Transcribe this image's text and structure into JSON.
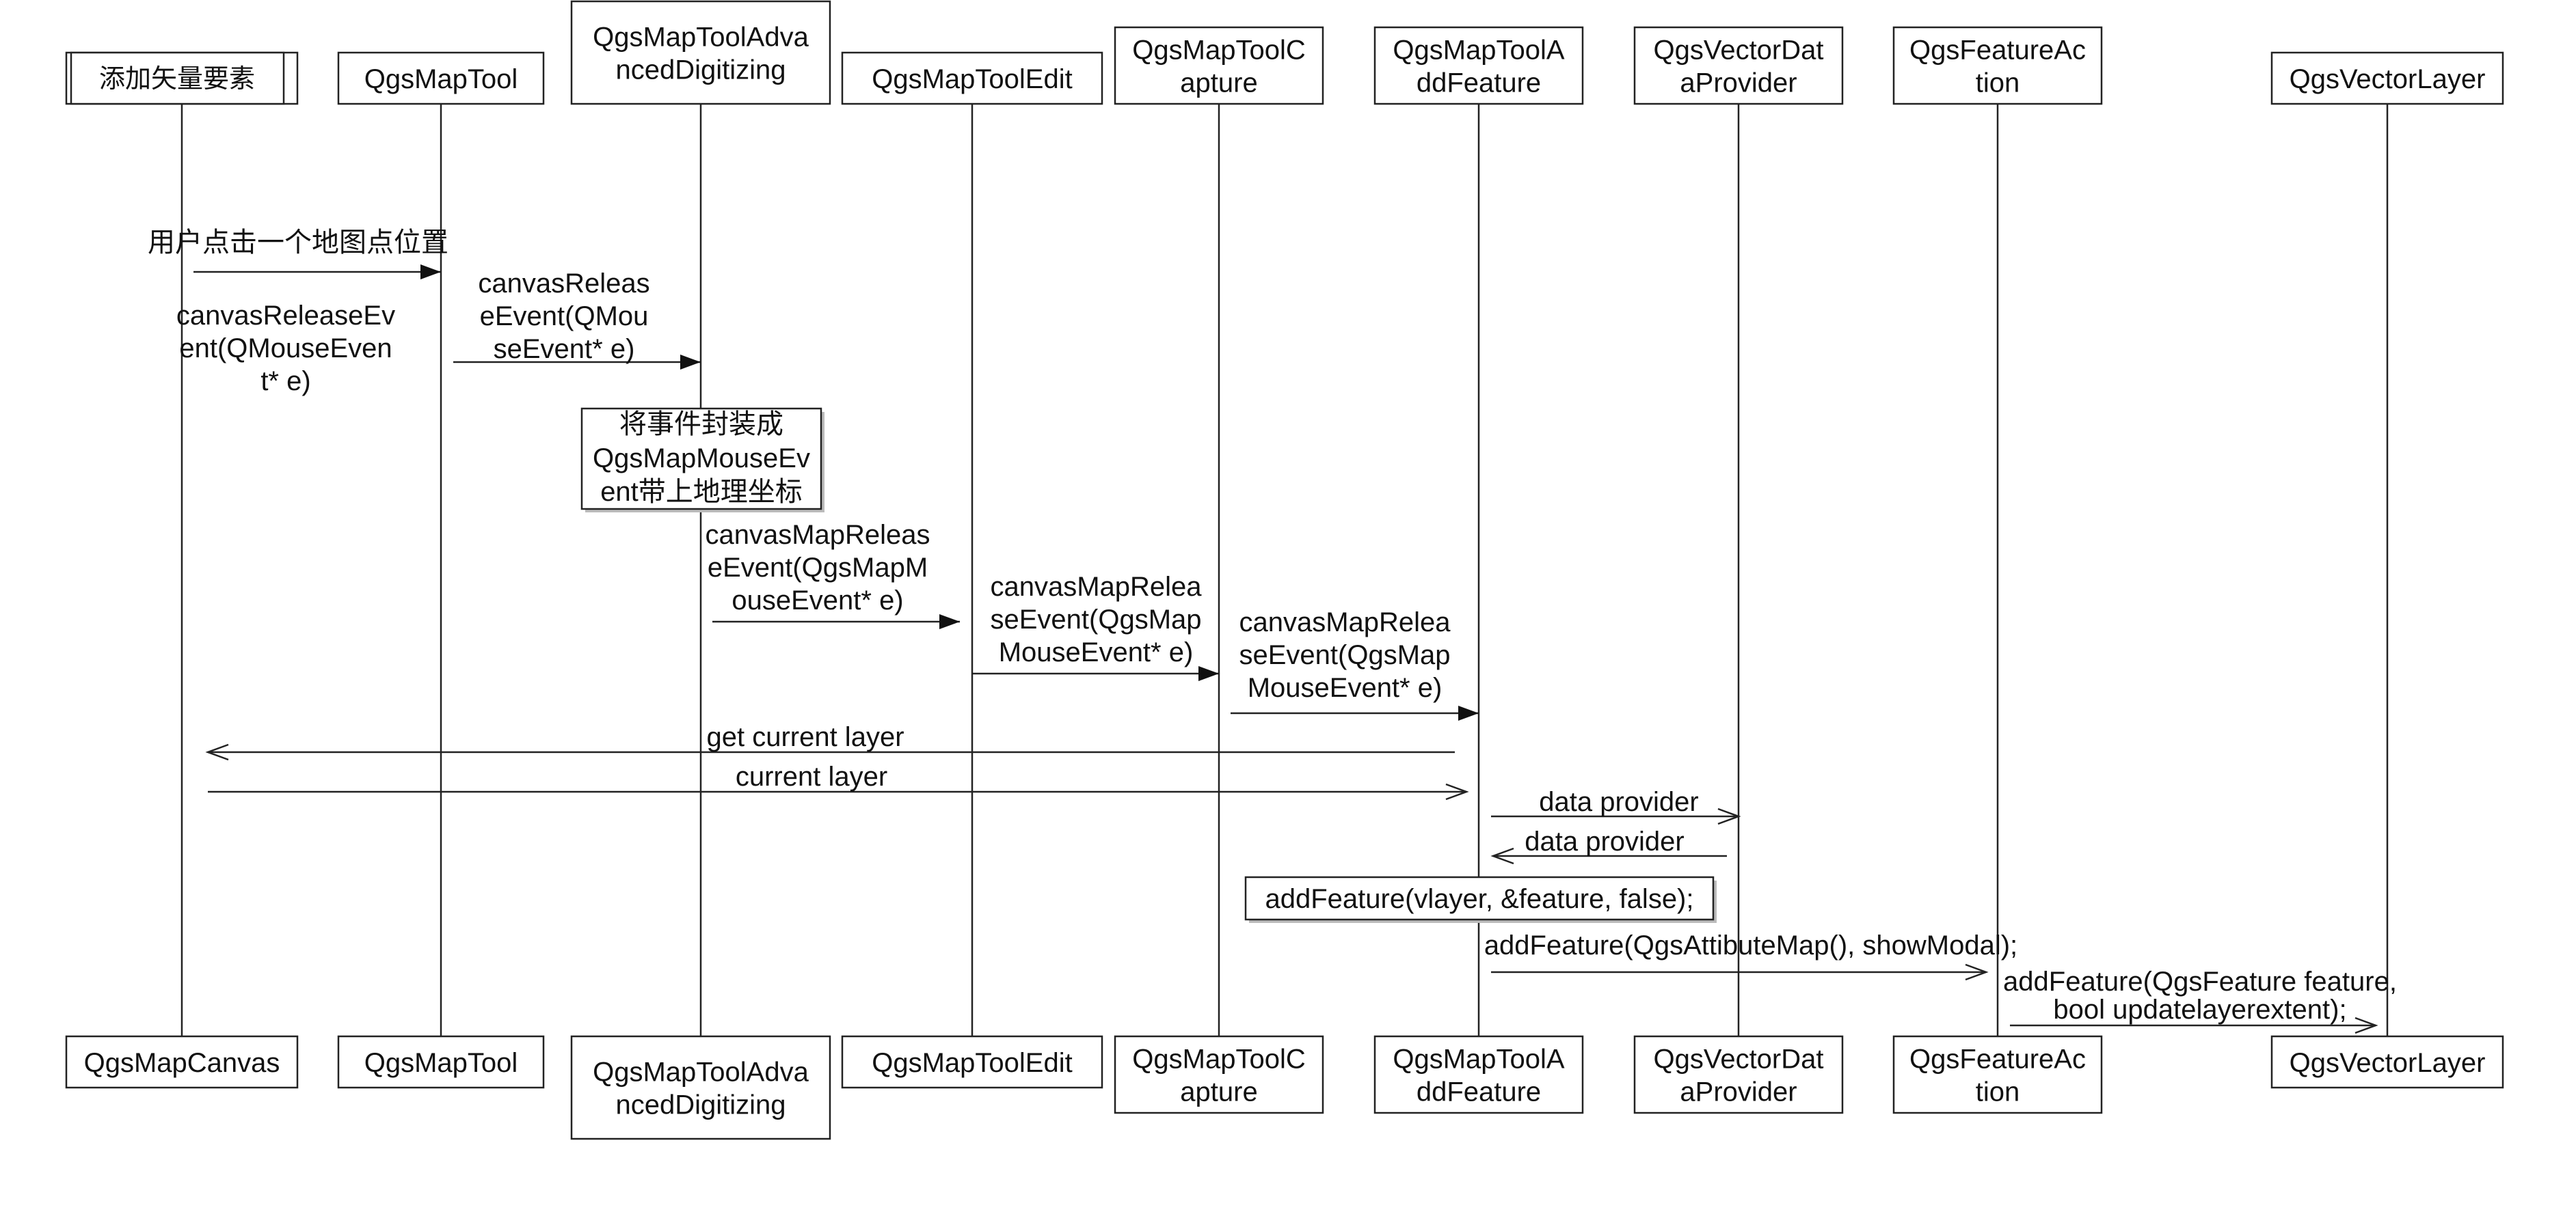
{
  "title": "添加矢量要素",
  "participants": [
    {
      "id": "canvas",
      "lines": [
        "QgsMapCanvas"
      ]
    },
    {
      "id": "tool",
      "lines": [
        "QgsMapTool"
      ]
    },
    {
      "id": "adv",
      "lines": [
        "QgsMapToolAdva",
        "ncedDigitizing"
      ]
    },
    {
      "id": "edit",
      "lines": [
        "QgsMapToolEdit"
      ]
    },
    {
      "id": "capture",
      "lines": [
        "QgsMapToolC",
        "apture"
      ]
    },
    {
      "id": "addfeat",
      "lines": [
        "QgsMapToolA",
        "ddFeature"
      ]
    },
    {
      "id": "provider",
      "lines": [
        "QgsVectorDat",
        "aProvider"
      ]
    },
    {
      "id": "action",
      "lines": [
        "QgsFeatureAc",
        "tion"
      ]
    },
    {
      "id": "layer",
      "lines": [
        "QgsVectorLayer"
      ]
    }
  ],
  "notes": [
    {
      "id": "wrap-event",
      "lines": [
        "将事件封装成",
        "QgsMapMouseEv",
        "ent带上地理坐标"
      ]
    },
    {
      "id": "add-feature-call",
      "lines": [
        "addFeature(vlayer, &feature, false);"
      ]
    }
  ],
  "messages": [
    {
      "id": "user-click",
      "from": "canvas",
      "to": "tool",
      "style": "solid",
      "lines": [
        "用户点击一个地图点位置"
      ]
    },
    {
      "id": "canvas-release-label",
      "from": "canvas",
      "to": "tool",
      "style": "none",
      "lines": [
        "canvasReleaseEv",
        "ent(QMouseEven",
        "t* e)"
      ]
    },
    {
      "id": "canvas-release-to-adv",
      "from": "tool",
      "to": "adv",
      "style": "solid",
      "lines": [
        "canvasReleas",
        "eEvent(QMou",
        "seEvent* e)"
      ]
    },
    {
      "id": "map-release-to-edit",
      "from": "adv",
      "to": "edit",
      "style": "solid",
      "lines": [
        "canvasMapReleas",
        "eEvent(QgsMapM",
        "ouseEvent* e)"
      ]
    },
    {
      "id": "map-release-to-capture",
      "from": "edit",
      "to": "capture",
      "style": "solid",
      "lines": [
        "canvasMapRelea",
        "seEvent(QgsMap",
        "MouseEvent* e)"
      ]
    },
    {
      "id": "map-release-to-addfeat",
      "from": "capture",
      "to": "addfeat",
      "style": "solid",
      "lines": [
        "canvasMapRelea",
        "seEvent(QgsMap",
        "MouseEvent* e)"
      ]
    },
    {
      "id": "get-current-layer",
      "from": "addfeat",
      "to": "canvas",
      "style": "open",
      "lines": [
        "get current layer"
      ]
    },
    {
      "id": "current-layer",
      "from": "canvas",
      "to": "addfeat",
      "style": "open",
      "lines": [
        "current layer"
      ]
    },
    {
      "id": "data-provider-request",
      "from": "addfeat",
      "to": "provider",
      "style": "open",
      "lines": [
        "data provider"
      ]
    },
    {
      "id": "data-provider-return",
      "from": "provider",
      "to": "addfeat",
      "style": "open",
      "lines": [
        "data provider"
      ]
    },
    {
      "id": "add-feature-attr",
      "from": "addfeat",
      "to": "action",
      "style": "open",
      "lines": [
        "addFeature(QgsAttibuteMap(), showModal);"
      ]
    },
    {
      "id": "add-feature-layer",
      "from": "action",
      "to": "layer",
      "style": "open",
      "lines": [
        "addFeature(QgsFeature feature,",
        "bool updatelayerextent);"
      ]
    }
  ]
}
